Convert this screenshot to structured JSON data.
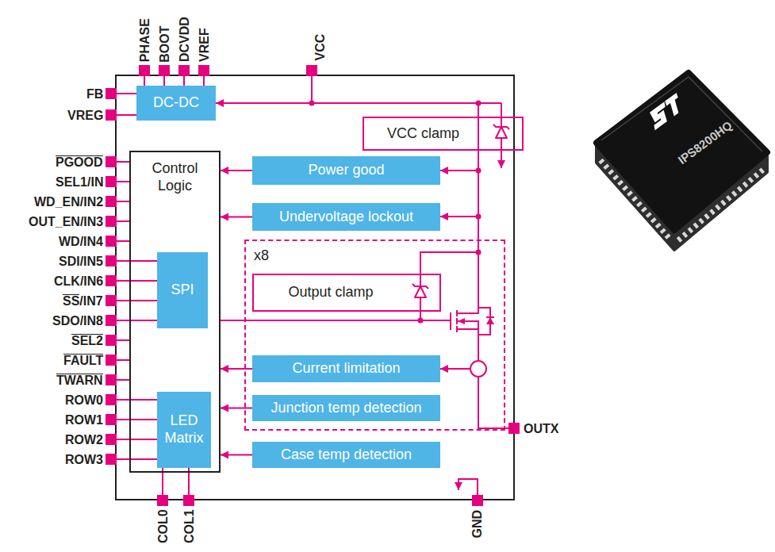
{
  "diagram": {
    "nodes": [
      {
        "text": [
          "DC-DC"
        ]
      },
      {
        "text": [
          "VCC clamp"
        ]
      },
      {
        "text": [
          "Control Logic"
        ]
      },
      {
        "text": [
          "SPI"
        ],
        "in": 2
      },
      {
        "text": [
          "LED Matrix"
        ],
        "in": 2
      },
      {
        "text": [
          "Power good"
        ]
      },
      {
        "text": [
          "Undervoltage lockout"
        ]
      },
      {
        "text": [
          "x8"
        ]
      },
      {
        "text": [
          "Output clamp"
        ],
        "in": 7
      },
      {
        "text": [
          "Current limitation"
        ],
        "in": 7
      },
      {
        "text": [
          "Junction temp detection"
        ],
        "in": 7
      },
      {
        "text": [
          "Case temp detection"
        ]
      }
    ],
    "edges": [
      {
        "from": 5,
        "to": 2,
        "arrow": "to"
      },
      {
        "from": 6,
        "to": 2,
        "arrow": "to"
      },
      {
        "from": 9,
        "to": 2,
        "arrow": "to"
      },
      {
        "from": 10,
        "to": 2,
        "arrow": "to"
      },
      {
        "from": 11,
        "to": 2,
        "arrow": "to"
      }
    ],
    "labels": [
      "PHASE",
      "BOOT",
      "DCVDD",
      "VREF",
      "VCC",
      "FB",
      "VREG",
      "PGOOD",
      "SEL1/IN",
      "WD_EN/IN2",
      "OUT_EN/IN3",
      "WD/IN4",
      "SDI/IN5",
      "CLK/IN6",
      "SS/IN7",
      "SDO/IN8",
      "SEL2",
      "FAULT",
      "TWARN",
      "ROW0",
      "ROW1",
      "ROW2",
      "ROW3",
      "COL0",
      "COL1",
      "GND",
      "OUTX",
      "IPS8200HQ"
    ]
  }
}
